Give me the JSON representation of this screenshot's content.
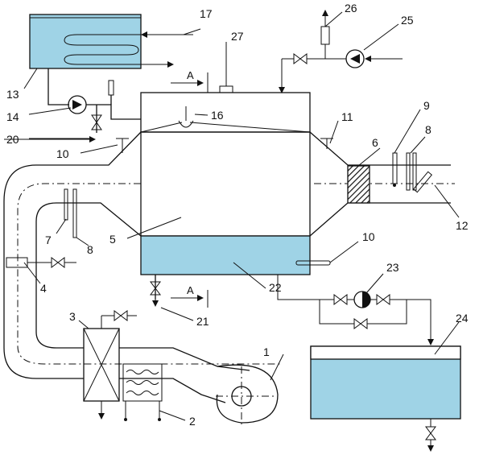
{
  "labels": {
    "n1": "1",
    "n2": "2",
    "n3": "3",
    "n4": "4",
    "n5": "5",
    "n6": "6",
    "n7": "7",
    "n8a": "8",
    "n8b": "8",
    "n9": "9",
    "n10a": "10",
    "n10b": "10",
    "n11": "11",
    "n12": "12",
    "n13": "13",
    "n14": "14",
    "n16": "16",
    "n17": "17",
    "n20": "20",
    "n21": "21",
    "n22": "22",
    "n23": "23",
    "n24": "24",
    "n25": "25",
    "n26": "26",
    "n27": "27"
  },
  "section_marks": {
    "top": "A",
    "bottom": "A"
  },
  "colors": {
    "water": "#9fd3e6",
    "line": "#111111"
  }
}
